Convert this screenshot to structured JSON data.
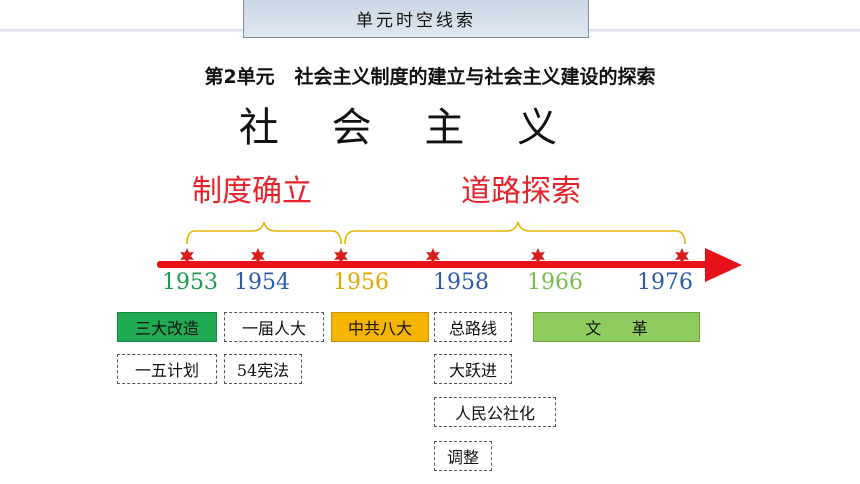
{
  "header": {
    "banner": "单元时空线索"
  },
  "unit_title": "第2单元   社会主义制度的建立与社会主义建设的探索",
  "main_title": "社 会 主 义",
  "phases": [
    {
      "label": "制度确立"
    },
    {
      "label": "道路探索"
    }
  ],
  "years": [
    {
      "label": "1953",
      "color": "#1e9a4e"
    },
    {
      "label": "1954",
      "color": "#2e5aa8"
    },
    {
      "label": "1956",
      "color": "#e0a800"
    },
    {
      "label": "1958",
      "color": "#2e5aa8"
    },
    {
      "label": "1966",
      "color": "#7dbb4d"
    },
    {
      "label": "1976",
      "color": "#2e5aa8"
    }
  ],
  "events": {
    "e1953a": "三大改造",
    "e1953b": "一五计划",
    "e1954a": "一届人大",
    "e1954b": "54宪法",
    "e1956": "中共八大",
    "e1958a": "总路线",
    "e1958b": "大跃进",
    "e1958c": "人民公社化",
    "e1958d": "调整",
    "e1966": "文      革"
  },
  "colors": {
    "arrow": "#e8101a",
    "star": "#d81e1e",
    "bracket": "#e4b300",
    "phase_text": "#e8222a"
  }
}
